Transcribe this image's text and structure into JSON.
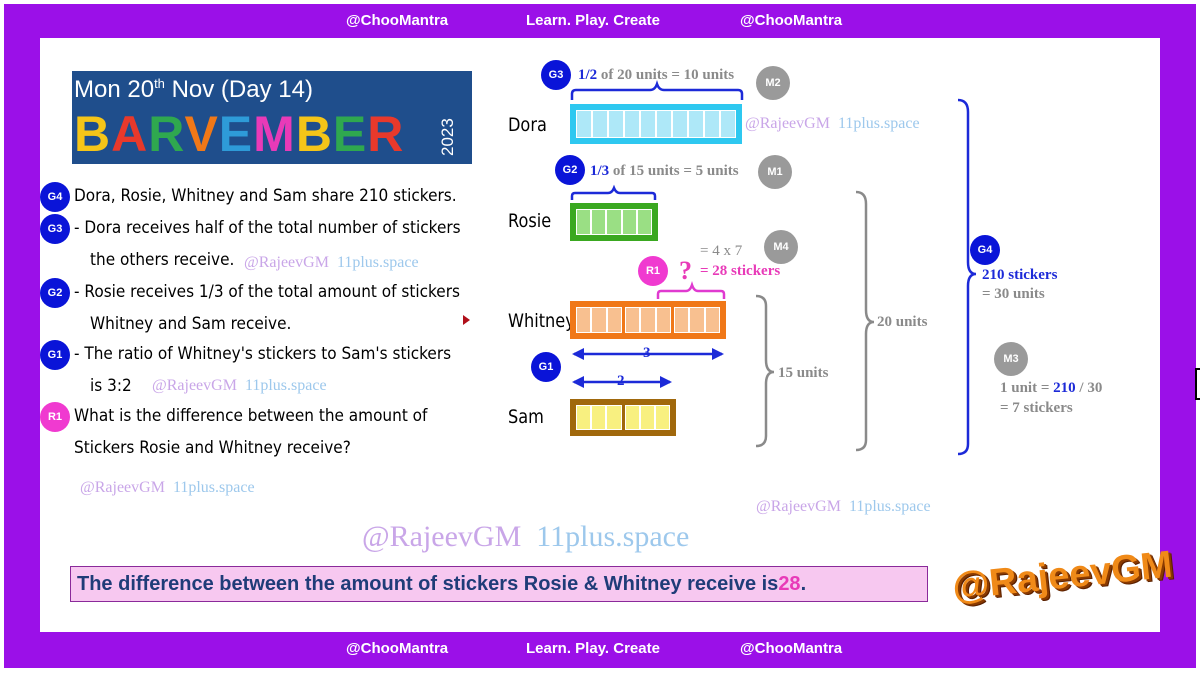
{
  "banner": {
    "handle_left": "@ChooMantra",
    "tagline": "Learn. Play. Create",
    "handle_right": "@ChooMantra"
  },
  "header": {
    "date_prefix": "Mon 20",
    "date_sup": "th",
    "date_suffix": " Nov (Day 14)",
    "title": "BARVEMBER",
    "year": "2023"
  },
  "question": {
    "lines": [
      {
        "badge": "G4",
        "text": "Dora, Rosie, Whitney and Sam share 210 stickers."
      },
      {
        "badge": "G3",
        "text": "- Dora receives half of the total number of stickers"
      },
      {
        "badge": "",
        "text": "the others receive."
      },
      {
        "badge": "G2",
        "text": "- Rosie receives 1/3 of the total amount of stickers"
      },
      {
        "badge": "",
        "text": "Whitney and Sam receive."
      },
      {
        "badge": "G1",
        "text": "- The ratio of Whitney's stickers to Sam's stickers"
      },
      {
        "badge": "",
        "text": "is 3:2"
      },
      {
        "badge": "R1",
        "text": "What is the difference between the amount of"
      },
      {
        "badge": "",
        "text": "Stickers Rosie and Whitney receive?"
      }
    ]
  },
  "watermark": {
    "handle": "@RajeevGM",
    "site": "11plus.space"
  },
  "diagram": {
    "names": {
      "dora": "Dora",
      "rosie": "Rosie",
      "whitney": "Whitney",
      "sam": "Sam"
    },
    "g3_badge": "G3",
    "g3_frac": "1/2",
    "g3_text": " of 20 units = 10 units",
    "m2_badge": "M2",
    "g2_badge": "G2",
    "g2_frac": "1/3",
    "g2_text": " of 15 units = 5 units",
    "m1_badge": "M1",
    "m4_badge": "M4",
    "m4_calc": "= 4 x 7",
    "m4_result": "= 28 stickers",
    "r1_badge": "R1",
    "r1_mark": "?",
    "g1_badge": "G1",
    "ratio_whitney": "3",
    "ratio_sam": "2",
    "brace_15": "15 units",
    "brace_20": "20 units",
    "g4_badge": "G4",
    "g4_stickers": "210 stickers",
    "g4_units": "= 30 units",
    "m3_badge": "M3",
    "m3_line1_prefix": "1 unit = ",
    "m3_line1_bold": "210",
    "m3_line1_suffix": " / 30",
    "m3_line2": "= 7 stickers"
  },
  "answer": {
    "text": "The difference between the amount of stickers Rosie & Whitney receive is ",
    "value": "28",
    "end": "."
  },
  "logo": "@RajeevGM",
  "colors": {
    "frame": "#9b10e8",
    "dora": "#2ec8f0",
    "rosie": "#3aa820",
    "whitney": "#f07818",
    "sam": "#a0680c",
    "badge_blue": "#0a14d8",
    "badge_pink": "#f03ad0",
    "badge_grey": "#9a9a9a"
  }
}
